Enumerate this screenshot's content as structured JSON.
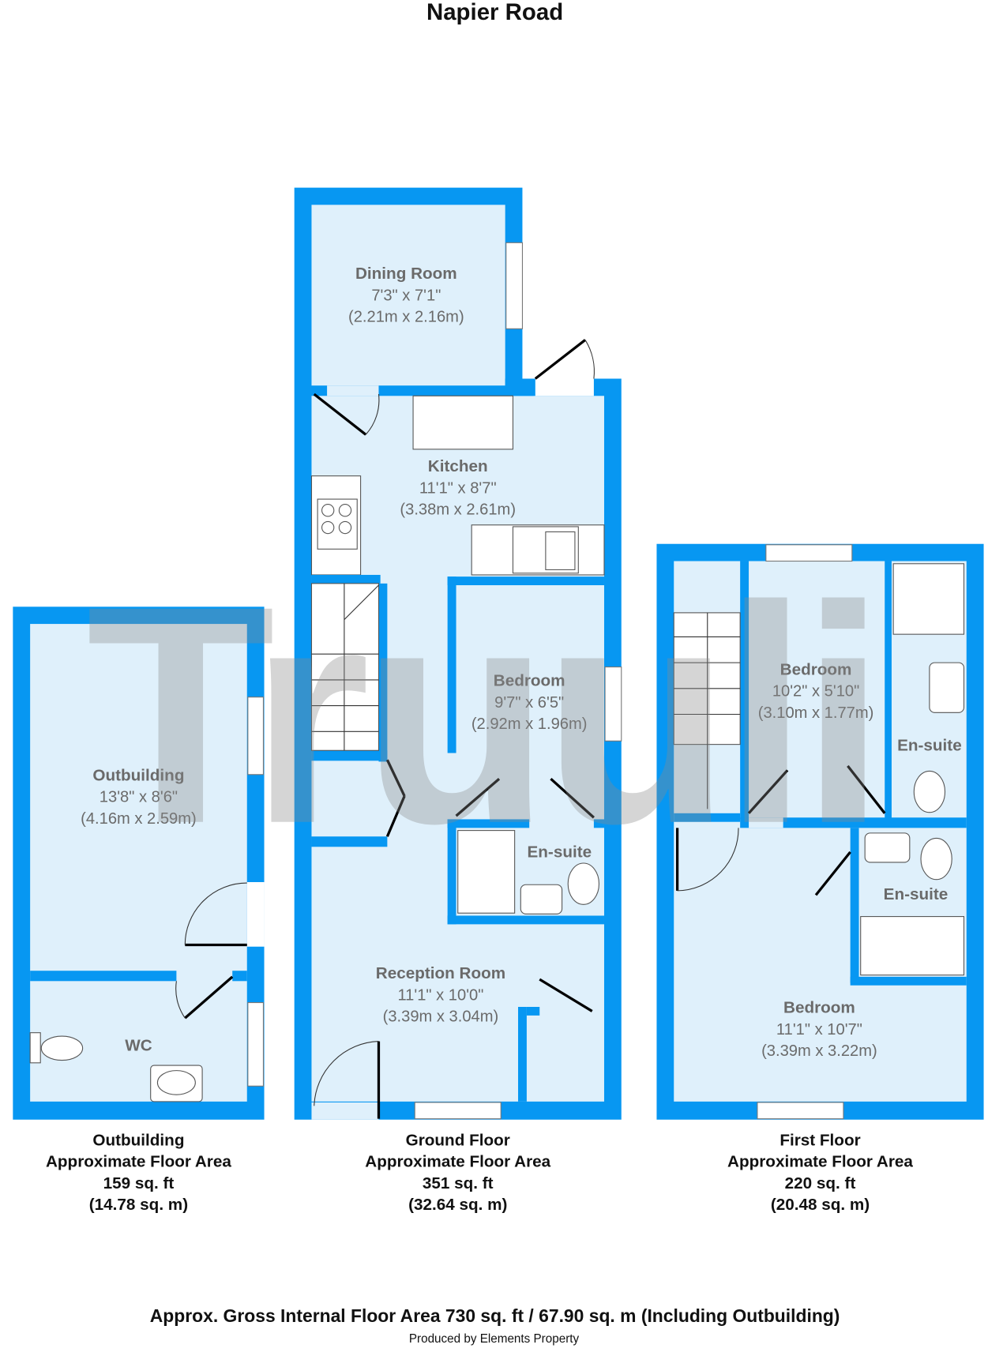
{
  "title": "Napier Road",
  "watermark": "Truuli",
  "colors": {
    "wall": "#0797f2",
    "floor": "#dff0fb",
    "text": "#6a6a6a"
  },
  "rooms": {
    "dining": {
      "name": "Dining Room",
      "imperial": "7'3\" x 7'1\"",
      "metric": "(2.21m x 2.16m)"
    },
    "kitchen": {
      "name": "Kitchen",
      "imperial": "11'1\" x 8'7\"",
      "metric": "(3.38m x 2.61m)"
    },
    "gf_bedroom": {
      "name": "Bedroom",
      "imperial": "9'7\" x 6'5\"",
      "metric": "(2.92m x 1.96m)"
    },
    "gf_ensuite": {
      "name": "En-suite"
    },
    "reception": {
      "name": "Reception Room",
      "imperial": "11'1\" x 10'0\"",
      "metric": "(3.39m x 3.04m)"
    },
    "outbuilding": {
      "name": "Outbuilding",
      "imperial": "13'8\" x 8'6\"",
      "metric": "(4.16m x 2.59m)"
    },
    "wc": {
      "name": "WC"
    },
    "ff_bedroom1": {
      "name": "Bedroom",
      "imperial": "10'2\" x 5'10\"",
      "metric": "(3.10m x 1.77m)"
    },
    "ff_ensuite1": {
      "name": "En-suite"
    },
    "ff_ensuite2": {
      "name": "En-suite"
    },
    "ff_bedroom2": {
      "name": "Bedroom",
      "imperial": "11'1\" x 10'7\"",
      "metric": "(3.39m x 3.22m)"
    }
  },
  "areas": {
    "outbuilding": {
      "label": "Outbuilding",
      "sub": "Approximate Floor Area",
      "sqft": "159 sq. ft",
      "sqm": "(14.78 sq. m)"
    },
    "ground": {
      "label": "Ground Floor",
      "sub": "Approximate Floor Area",
      "sqft": "351 sq. ft",
      "sqm": "(32.64 sq. m)"
    },
    "first": {
      "label": "First Floor",
      "sub": "Approximate Floor Area",
      "sqft": "220 sq. ft",
      "sqm": "(20.48 sq. m)"
    }
  },
  "footer": {
    "gross": "Approx. Gross Internal Floor Area 730 sq. ft / 67.90 sq. m (Including Outbuilding)",
    "credit": "Produced by Elements Property"
  }
}
